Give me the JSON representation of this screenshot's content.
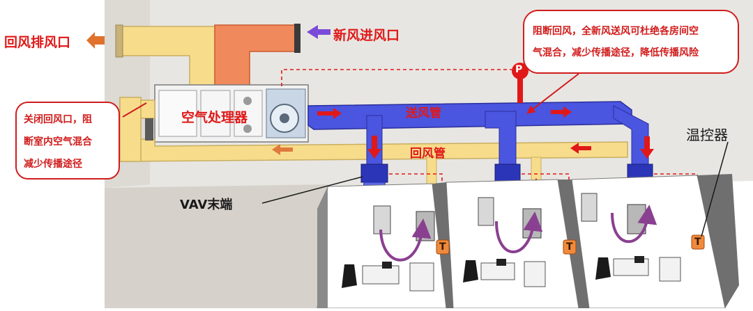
{
  "labels": {
    "return_exhaust": "回风排风口",
    "fresh_air_inlet": "新风进风口",
    "ahu": "空气处理器",
    "supply_duct": "送风管",
    "return_duct": "回风管",
    "vav_terminal": "VAV末端",
    "thermostat": "温控器",
    "sensor_letter": "T",
    "pressure_letter": "P"
  },
  "callouts": {
    "left": [
      "关闭回风口，阻",
      "断室内空气混合",
      "减少传播途径"
    ],
    "right": [
      "阻断回风，全新风送风可杜绝各房间空",
      "气混合，减少传播途径，降低传播风险"
    ]
  },
  "colors": {
    "supply_duct": "#4a55e0",
    "return_duct": "#f7dc8c",
    "exhaust_duct": "#f7dc8c",
    "fresh_air_duct": "#f08a5c",
    "callout_border": "#d01c1c",
    "label_red": "#e01818",
    "flow_arrow_purple": "#7b4ad8",
    "flow_arrow_orange": "#e0722c",
    "sensor": "#f08a3c"
  }
}
